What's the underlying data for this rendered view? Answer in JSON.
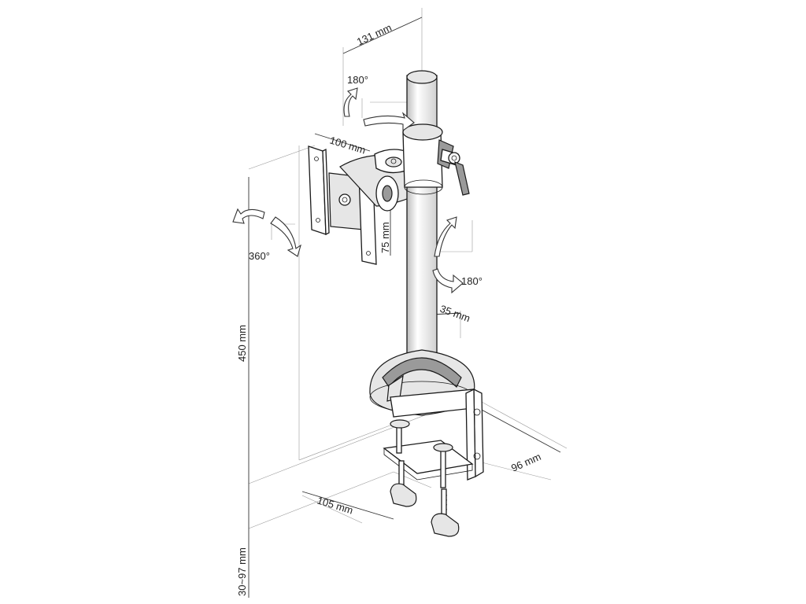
{
  "dimensions": {
    "width_131": "131 mm",
    "width_100": "100 mm",
    "height_75": "75 mm",
    "height_450": "450 mm",
    "pole_35": "35 mm",
    "depth_96": "96 mm",
    "clamp_105": "105 mm",
    "clamp_range": "30~97 mm"
  },
  "rotations": {
    "tilt_top": "180°",
    "swivel_left": "360°",
    "pan_right": "180°"
  },
  "colors": {
    "line": "#1a1a1a",
    "dimension": "#333333",
    "guide": "#9a9a9a",
    "fill_light": "#e6e6e6",
    "fill_dark": "#9a9a9a"
  }
}
